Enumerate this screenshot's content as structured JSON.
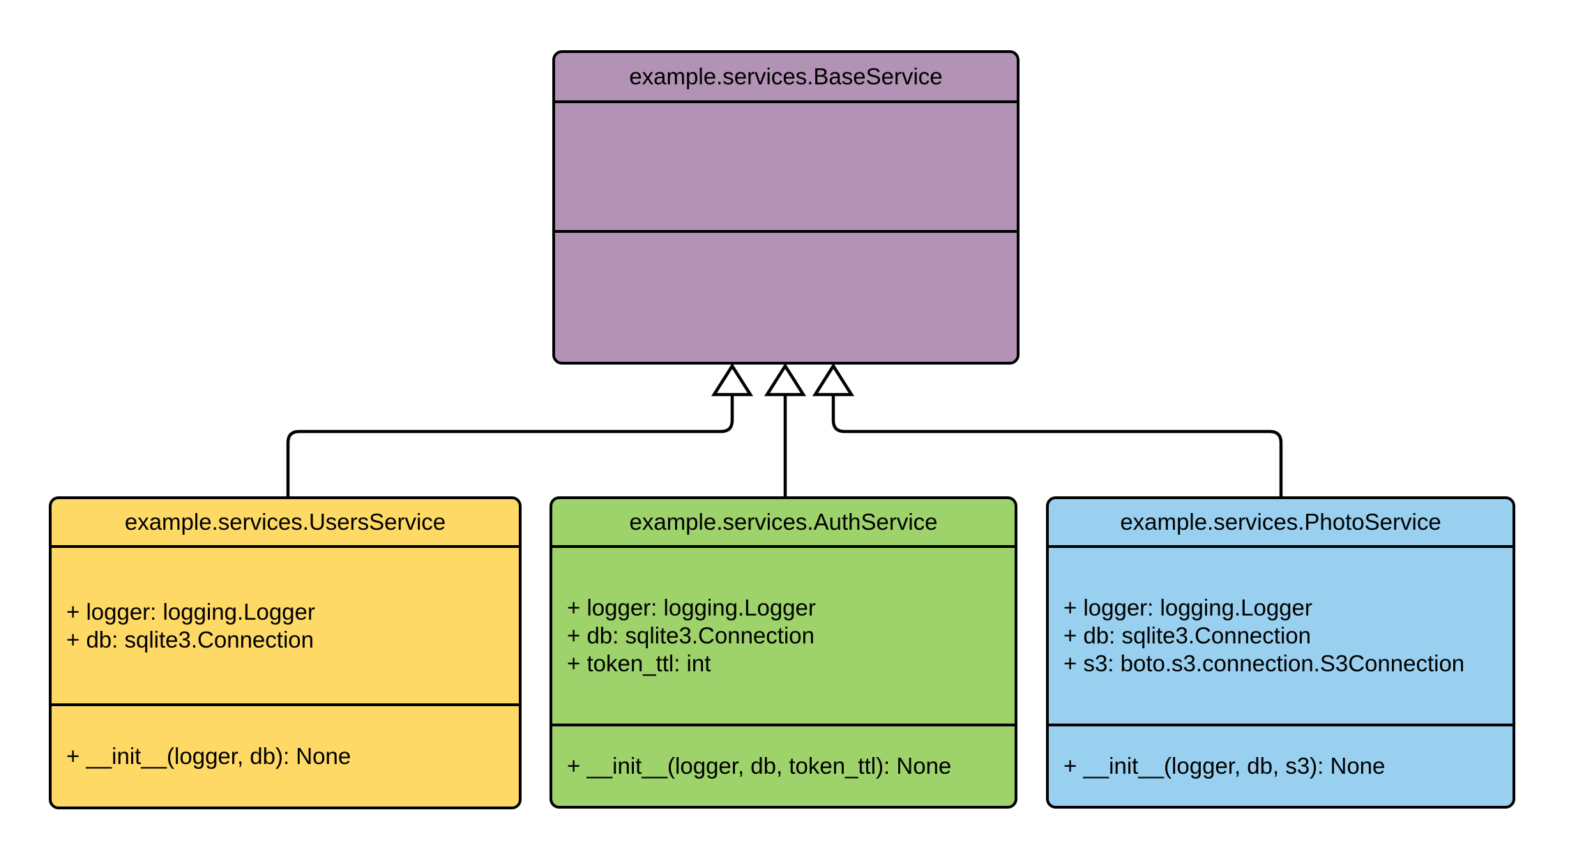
{
  "diagram": {
    "type": "uml-class-diagram",
    "background": "#ffffff",
    "stroke_color": "#000000",
    "text_color": "#000000",
    "classes": [
      {
        "title": "example.services.BaseService",
        "fill": "#b293b5",
        "attributes": [],
        "methods": []
      },
      {
        "title": "example.services.UsersService",
        "fill": "#ffd966",
        "attributes": [
          "+ logger: logging.Logger",
          "+ db: sqlite3.Connection"
        ],
        "methods": [
          "+ __init__(logger, db): None"
        ]
      },
      {
        "title": "example.services.AuthService",
        "fill": "#9ed26b",
        "attributes": [
          "+ logger: logging.Logger",
          "+ db: sqlite3.Connection",
          "+ token_ttl: int"
        ],
        "methods": [
          "+ __init__(logger, db, token_ttl): None"
        ]
      },
      {
        "title": "example.services.PhotoService",
        "fill": "#99d0f0",
        "attributes": [
          "+ logger: logging.Logger",
          "+ db: sqlite3.Connection",
          "+ s3: boto.s3.connection.S3Connection"
        ],
        "methods": [
          "+ __init__(logger, db, s3): None"
        ]
      }
    ],
    "relations": [
      {
        "type": "inheritance",
        "from": "example.services.UsersService",
        "to": "example.services.BaseService"
      },
      {
        "type": "inheritance",
        "from": "example.services.AuthService",
        "to": "example.services.BaseService"
      },
      {
        "type": "inheritance",
        "from": "example.services.PhotoService",
        "to": "example.services.BaseService"
      }
    ]
  }
}
